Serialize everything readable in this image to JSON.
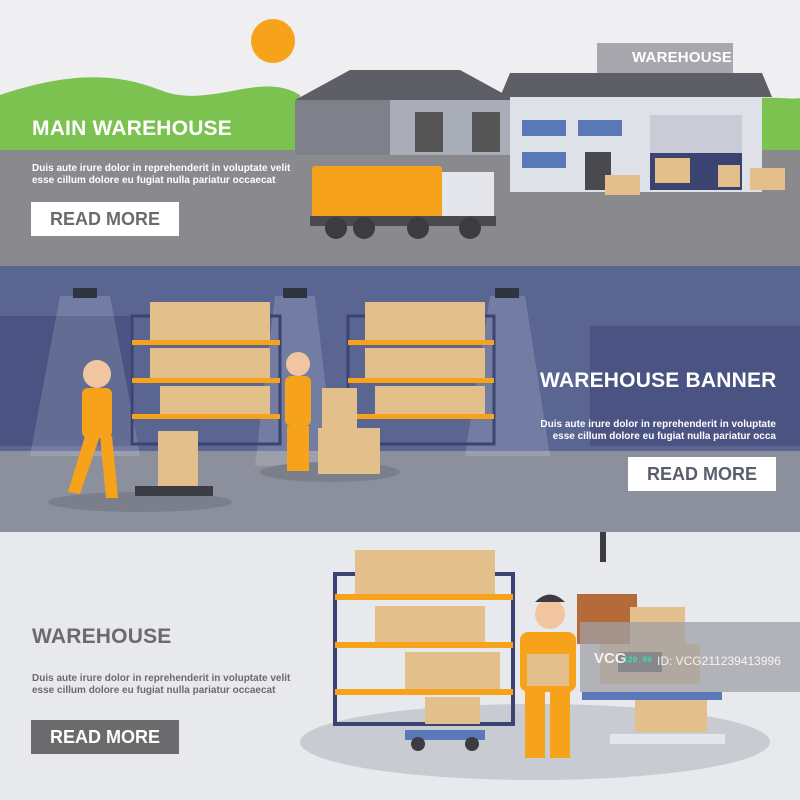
{
  "banner_main": {
    "title": "MAIN WAREHOUSE",
    "sign": "WAREHOUSE",
    "body_line1": "Duis aute irure dolor in reprehenderit in voluptate velit",
    "body_line2": "esse cillum dolore eu fugiat nulla pariatur occaecat",
    "button_label": "READ MORE"
  },
  "banner_interior": {
    "title": "WAREHOUSE BANNER",
    "body_line1": "Duis aute irure dolor in reprehenderit in voluptate",
    "body_line2": "esse cillum dolore eu fugiat nulla pariatur occa",
    "button_label": "READ MORE"
  },
  "banner_storage": {
    "title": "WAREHOUSE",
    "body_line1": "Duis aute irure dolor in reprehenderit in voluptate velit",
    "body_line2": "esse cillum dolore eu fugiat nulla pariatur occaecat",
    "button_label": "READ MORE",
    "scale_readout": "120.00"
  },
  "watermark": {
    "logo": "VCG",
    "id": "ID: VCG211239413996"
  },
  "colors": {
    "green": "#7cc250",
    "orange": "#f7a21b",
    "gray": "#8a898e",
    "navy": "#5b6592",
    "box": "#e3bf8c"
  }
}
